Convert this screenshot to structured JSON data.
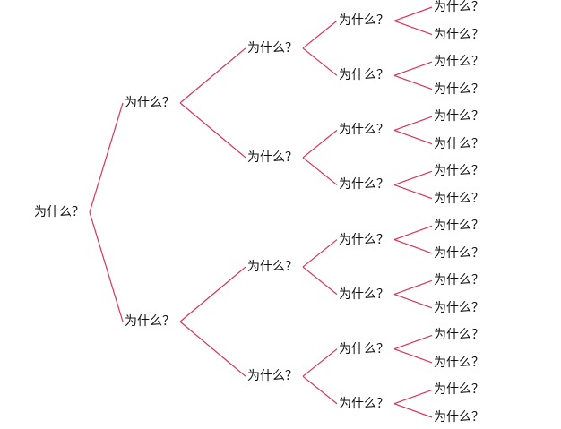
{
  "tree": {
    "label": "为什么？",
    "children": [
      {
        "label": "为什么？",
        "children": [
          {
            "label": "为什么？",
            "children": [
              {
                "label": "为什么？",
                "children": [
                  {
                    "label": "为什么？"
                  },
                  {
                    "label": "为什么？"
                  }
                ]
              },
              {
                "label": "为什么？",
                "children": [
                  {
                    "label": "为什么？"
                  },
                  {
                    "label": "为什么？"
                  }
                ]
              }
            ]
          },
          {
            "label": "为什么？",
            "children": [
              {
                "label": "为什么？",
                "children": [
                  {
                    "label": "为什么？"
                  },
                  {
                    "label": "为什么？"
                  }
                ]
              },
              {
                "label": "为什么？",
                "children": [
                  {
                    "label": "为什么？"
                  },
                  {
                    "label": "为什么？"
                  }
                ]
              }
            ]
          }
        ]
      },
      {
        "label": "为什么？",
        "children": [
          {
            "label": "为什么？",
            "children": [
              {
                "label": "为什么？",
                "children": [
                  {
                    "label": "为什么？"
                  },
                  {
                    "label": "为什么？"
                  }
                ]
              },
              {
                "label": "为什么？",
                "children": [
                  {
                    "label": "为什么？"
                  },
                  {
                    "label": "为什么？"
                  }
                ]
              }
            ]
          },
          {
            "label": "为什么？",
            "children": [
              {
                "label": "为什么？",
                "children": [
                  {
                    "label": "为什么？"
                  },
                  {
                    "label": "为什么？"
                  }
                ]
              },
              {
                "label": "为什么？",
                "children": [
                  {
                    "label": "为什么？"
                  },
                  {
                    "label": "为什么？"
                  }
                ]
              }
            ]
          }
        ]
      }
    ]
  },
  "colors": {
    "link": "#d8345a",
    "text": "#111111"
  }
}
